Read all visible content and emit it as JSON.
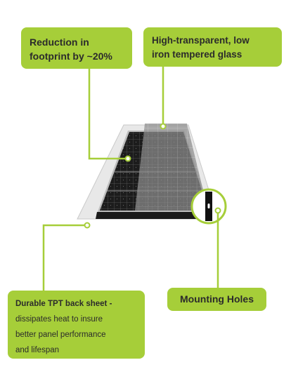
{
  "callouts": {
    "footprint": {
      "line1": "Reduction in",
      "line2": "footprint by ~20%"
    },
    "glass": {
      "line1": "High-transparent, low",
      "line2": "iron tempered glass"
    },
    "backsheet": {
      "lead": "Durable TPT back sheet -",
      "line2": "dissipates heat to insure",
      "line3": "better panel performance",
      "line4": "and lifespan"
    },
    "holes": {
      "label": "Mounting Holes"
    }
  },
  "colors": {
    "accent": "#a6ce39",
    "panel_cells": "#1b1b1b",
    "back_sheet": "#e6e6e6",
    "frame": "#b3b3b3"
  }
}
